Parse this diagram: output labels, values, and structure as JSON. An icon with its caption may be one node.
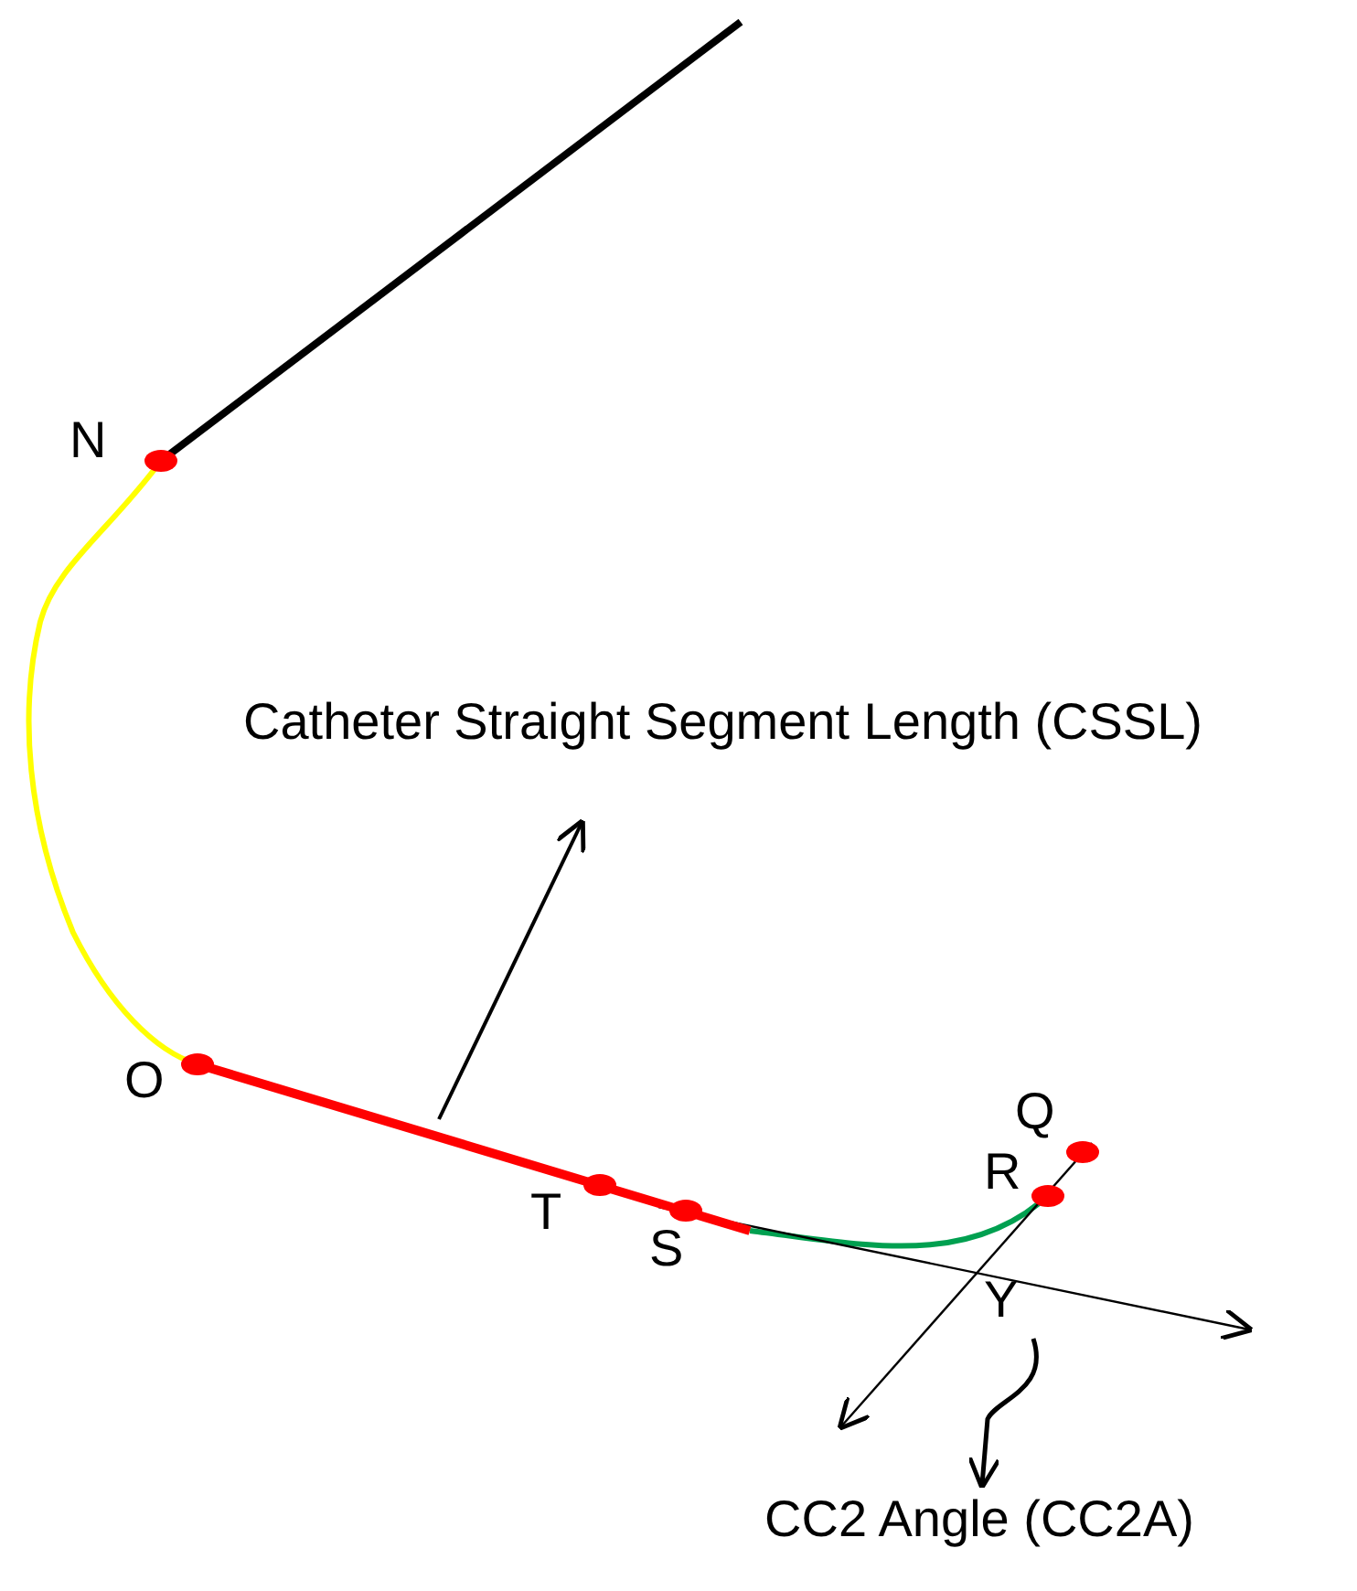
{
  "diagram": {
    "nodes": [
      {
        "text": [
          "Catheter Straight Segment Length (CSSL)"
        ]
      },
      {
        "text": [],
        "shape": "line"
      },
      {
        "text": [
          "CC2 Angle (CC2A)"
        ]
      }
    ],
    "edges": [
      {
        "from": 1,
        "to": 0,
        "arrow": "to"
      },
      {
        "from": null,
        "to": 2,
        "arrow": "to"
      }
    ],
    "labels": [
      "N",
      "O",
      "T",
      "S",
      "Q",
      "R",
      "Y"
    ]
  }
}
